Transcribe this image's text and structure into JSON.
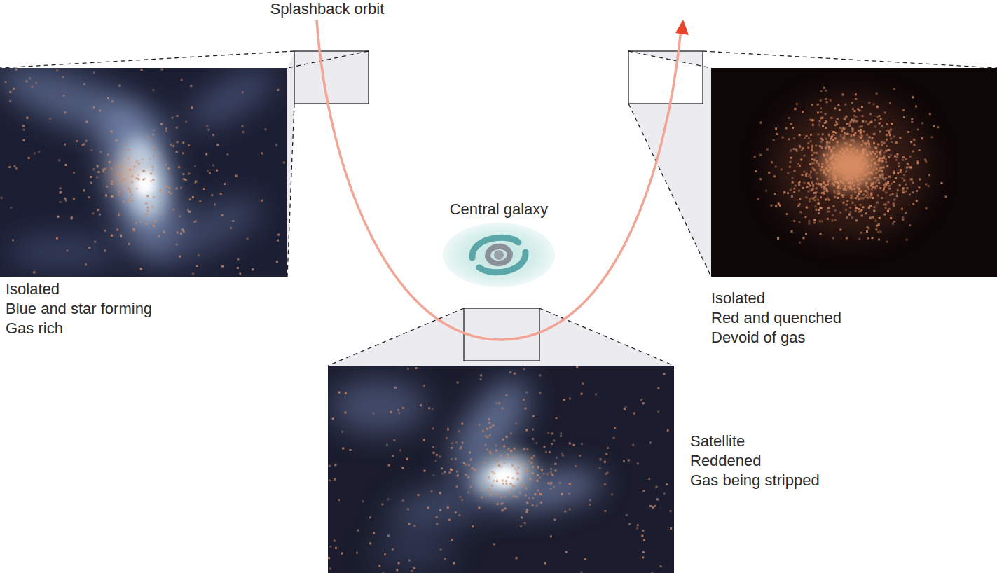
{
  "diagram": {
    "nodes": [
      {
        "text": [
          "Central galaxy"
        ]
      }
    ],
    "labels": [
      "Splashback orbit",
      "Isolated",
      "Blue and star forming",
      "Gas rich",
      "Satellite",
      "Reddened",
      "Gas being stripped",
      "Isolated",
      "Red and quenched",
      "Devoid of gas"
    ]
  }
}
